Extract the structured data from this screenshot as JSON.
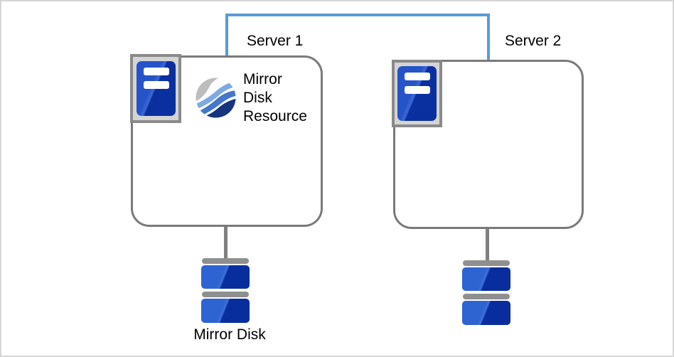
{
  "diagram": {
    "servers": [
      {
        "label": "Server 1",
        "resource_label": "Mirror Disk Resource"
      },
      {
        "label": "Server 2"
      }
    ],
    "mirror_disk_label": "Mirror Disk",
    "icons": {
      "server": "server-tower-icon",
      "resource": "wave-sphere-icon",
      "disk": "stacked-disk-icon",
      "interconnect": "interconnect-line"
    },
    "colors": {
      "interconnect_blue": "#5B9BD5",
      "server_tower_blue": "#2553C8",
      "server_tower_blue_dark": "#0A2F9F",
      "disk_blue": "#2E63D2",
      "disk_blue_dark": "#082E9D",
      "node_border_gray": "#7A7A7A",
      "connector_gray": "#808080",
      "chip_gray": "#D4D4D4",
      "wave_gray": "#BDBDBD",
      "wave_light_blue": "#7FA9E3",
      "wave_mid_blue": "#4677CB",
      "wave_navy": "#16357E"
    }
  }
}
